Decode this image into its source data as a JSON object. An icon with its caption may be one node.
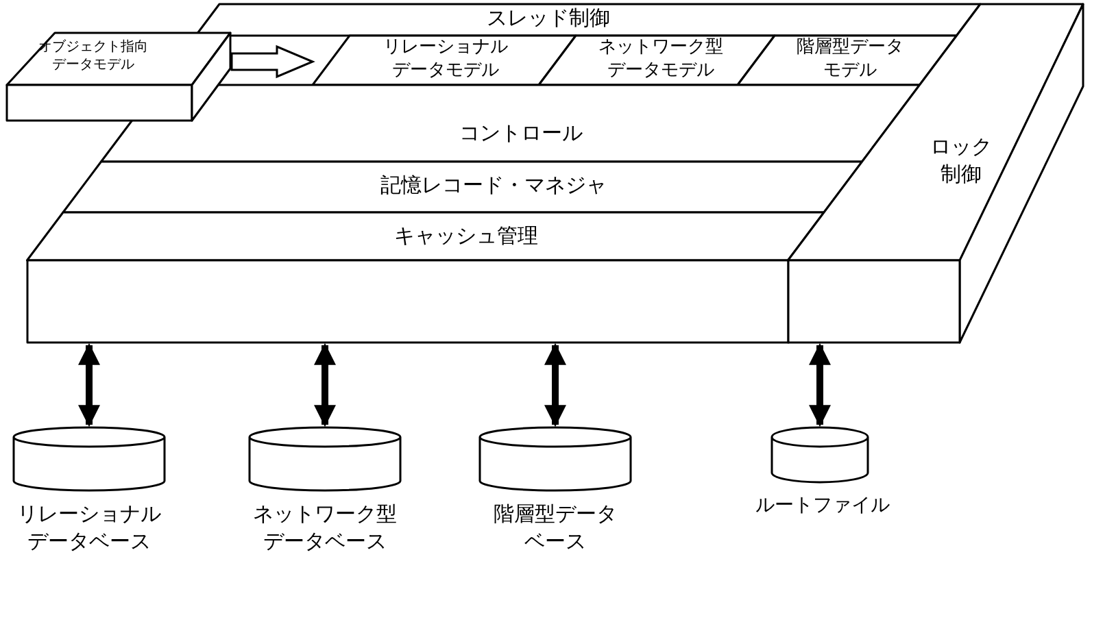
{
  "diagram": {
    "nodes": [
      {
        "text": [
          "スレッド制御"
        ]
      },
      {
        "text": [
          "オブジェクト指向データモデル"
        ]
      },
      {
        "text": [
          "リレーショナルデータモデル"
        ]
      },
      {
        "text": [
          "ネットワーク型データモデル"
        ]
      },
      {
        "text": [
          "階層型データモデル"
        ]
      },
      {
        "text": [
          "コントロール"
        ]
      },
      {
        "text": [
          "記憶レコード・マネジャ"
        ]
      },
      {
        "text": [
          "キャッシュ管理"
        ]
      },
      {
        "text": [
          "ロック制御"
        ]
      },
      {
        "text": [],
        "shape": "cylinder",
        "beside": [
          "リレーショナルデータベース"
        ]
      },
      {
        "text": [],
        "shape": "cylinder",
        "beside": [
          "ネットワーク型データベース"
        ]
      },
      {
        "text": [],
        "shape": "cylinder",
        "beside": [
          "階層型データベース"
        ]
      },
      {
        "text": [],
        "shape": "cylinder",
        "beside": [
          "ルートファイル"
        ]
      }
    ],
    "edges": [
      {
        "from": 1,
        "to": 2,
        "arrow": "to",
        "style": "thick"
      },
      {
        "from": 7,
        "to": 9,
        "arrow": "both"
      },
      {
        "from": 7,
        "to": 10,
        "arrow": "both"
      },
      {
        "from": 7,
        "to": 11,
        "arrow": "both"
      },
      {
        "from": 8,
        "to": 12,
        "arrow": "both"
      }
    ]
  }
}
